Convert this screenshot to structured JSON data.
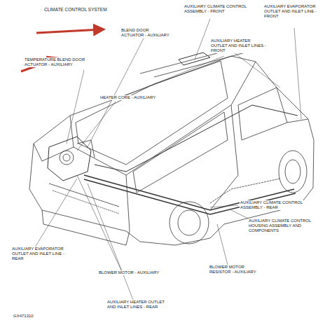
{
  "diagram": {
    "title": "CLIMATE CONTROL SYSTEM",
    "labels": [
      "BLEND DOOR ACTUATOR - AUXILIARY",
      "TEMPERATURE BLEND DOOR ACTUATOR - AUXILIARY",
      "HEATER CORE - AUXILIARY",
      "AUXILIARY CLIMATE CONTROL ASSEMBLY - FRONT",
      "AUXILIARY HEATER OUTLET AND INLET LINES - FRONT",
      "AUXILIARY EVAPORATOR OUTLET AND INLET LINE - FRONT",
      "AUXILIARY CLIMATE CONTROL ASSEMBLY - REAR",
      "AUXILIARY CLIMATE CONTROL HOUSING ASSEMBLY AND COMPONENTS",
      "AUXILIARY EVAPORATOR OUTLET AND INLET LINE - REAR",
      "BLOWER MOTOR - AUXILIARY",
      "BLOWER MOTOR RESISTOR - AUXILIARY",
      "AUXILIARY HEATER OUTLET AND INLET LINES - REAR",
      "GX471310"
    ]
  }
}
